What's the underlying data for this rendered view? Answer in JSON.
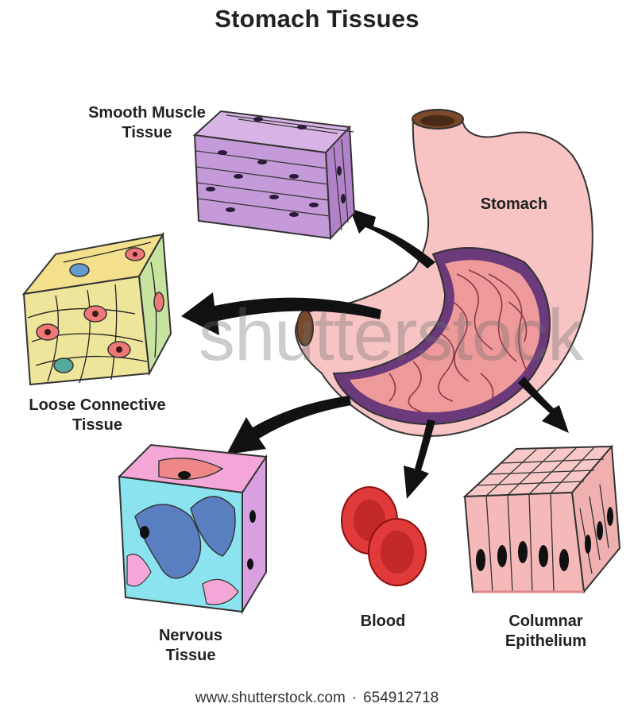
{
  "title": "Stomach Tissues",
  "labels": {
    "smooth_muscle": [
      "Smooth Muscle",
      "Tissue"
    ],
    "stomach": "Stomach",
    "loose_connective": [
      "Loose Connective",
      "Tissue"
    ],
    "nervous": [
      "Nervous",
      "Tissue"
    ],
    "blood": "Blood",
    "columnar": [
      "Columnar",
      "Epithelium"
    ]
  },
  "watermark": "shutterstock",
  "footer": {
    "site": "www.shutterstock.com",
    "separator": "·",
    "image_id": "654912718"
  },
  "colors": {
    "stomach_fill": "#f7c3c3",
    "mucosa_outer": "#6a3a7a",
    "mucosa_inner": "#ee9a9a",
    "muscle_fill": "#c49ad8",
    "arrow": "#111111",
    "blood": "#e03a3a",
    "epithelium": "#f5b9b9",
    "nervous_bg": "#8be3ef",
    "nervous_pink": "#f4a6d6"
  }
}
